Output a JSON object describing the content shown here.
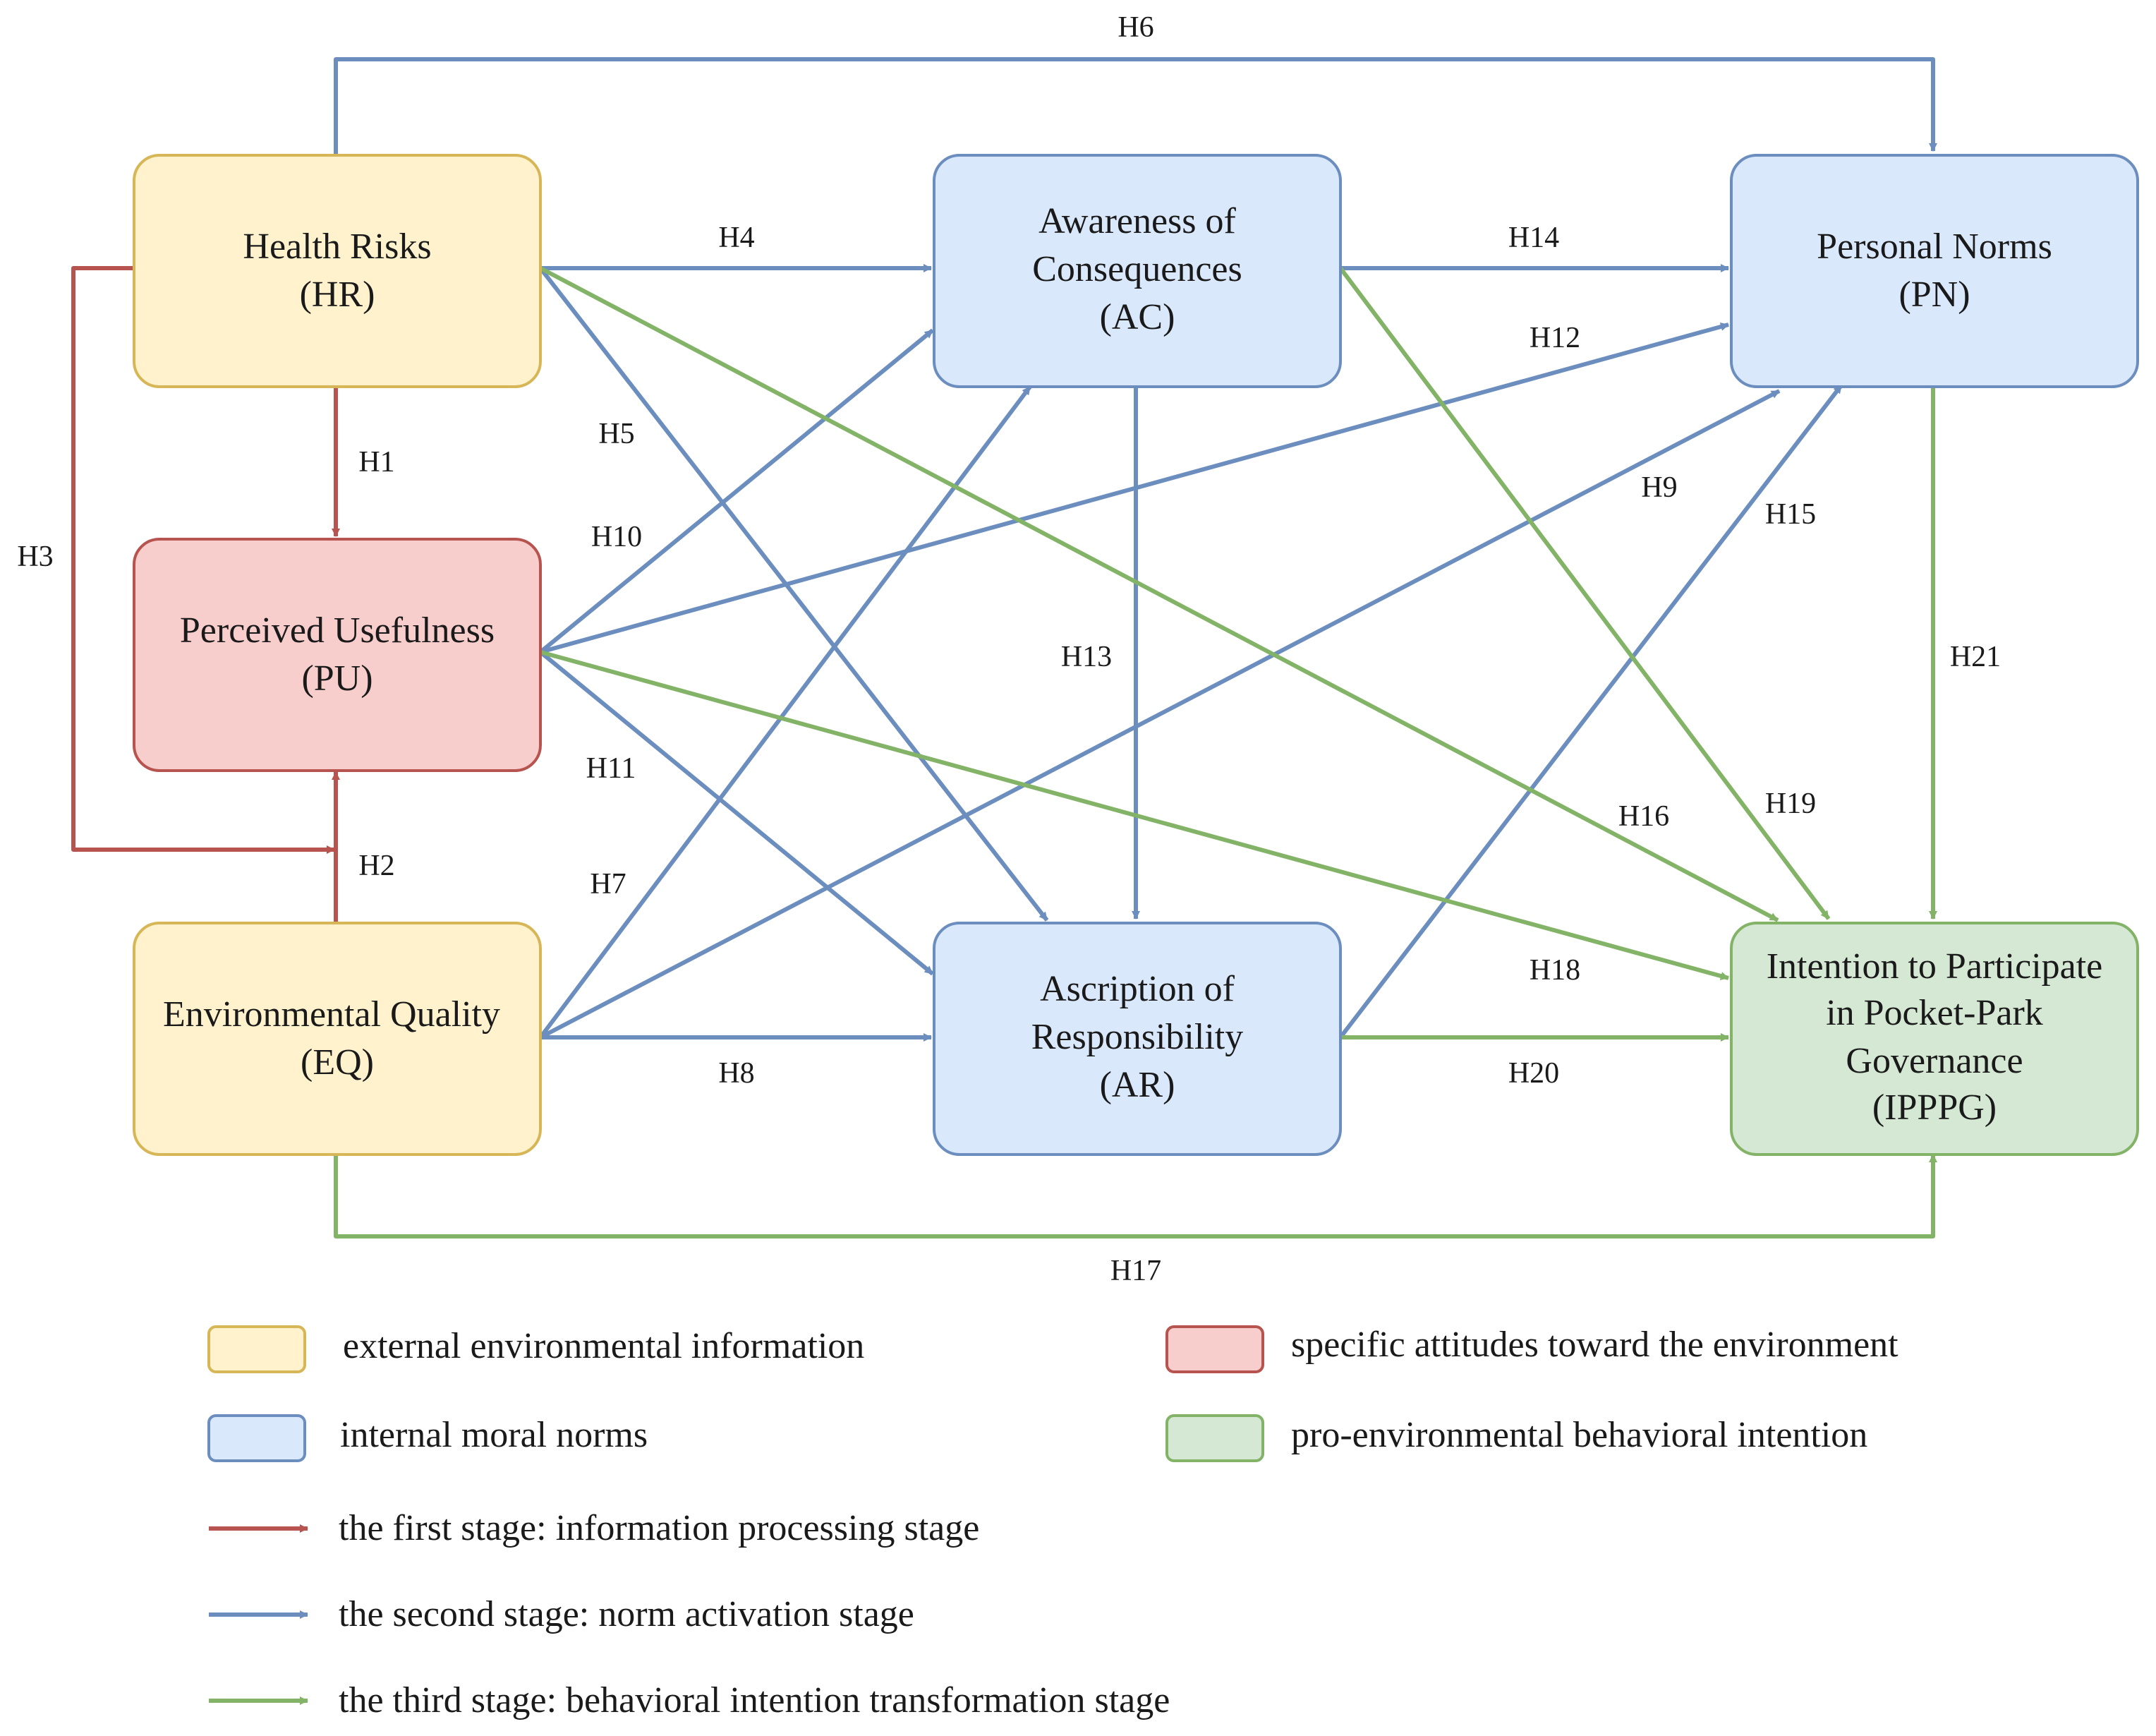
{
  "colors": {
    "red": "#b85450",
    "blue": "#6c8ebf",
    "green": "#82b366",
    "yellow_fill": "#fff2cc",
    "yellow_stroke": "#d6b656",
    "red_fill": "#f8cecc",
    "red_stroke": "#b85450",
    "blue_fill": "#dae8fc",
    "blue_stroke": "#6c8ebf",
    "green_fill": "#d5e8d4",
    "green_stroke": "#82b366"
  },
  "nodes": {
    "hr": {
      "lines": [
        "Health Risks",
        "(HR)"
      ],
      "category": "yellow"
    },
    "pu": {
      "lines": [
        "Perceived Usefulness",
        "(PU)"
      ],
      "category": "red"
    },
    "eq": {
      "lines": [
        "Environmental Quality",
        "(EQ)"
      ],
      "category": "yellow"
    },
    "ac": {
      "lines": [
        "Awareness of",
        "Consequences",
        "(AC)"
      ],
      "category": "blue"
    },
    "ar": {
      "lines": [
        "Ascription of",
        "Responsibility",
        "(AR)"
      ],
      "category": "blue"
    },
    "pn": {
      "lines": [
        "Personal Norms",
        "(PN)"
      ],
      "category": "blue"
    },
    "ipppg": {
      "lines": [
        "Intention to Participate",
        "in Pocket-Park",
        "Governance",
        "(IPPPG)"
      ],
      "category": "green"
    }
  },
  "hypotheses": [
    {
      "id": "H1",
      "from": "HR",
      "to": "PU",
      "stage": "red"
    },
    {
      "id": "H2",
      "from": "EQ",
      "to": "PU",
      "stage": "red"
    },
    {
      "id": "H3",
      "from": "HR",
      "to": "PU",
      "stage": "red"
    },
    {
      "id": "H4",
      "from": "HR",
      "to": "AC",
      "stage": "blue"
    },
    {
      "id": "H5",
      "from": "HR",
      "to": "AR",
      "stage": "blue"
    },
    {
      "id": "H6",
      "from": "HR",
      "to": "PN",
      "stage": "blue"
    },
    {
      "id": "H7",
      "from": "EQ",
      "to": "AC",
      "stage": "blue"
    },
    {
      "id": "H8",
      "from": "EQ",
      "to": "AR",
      "stage": "blue"
    },
    {
      "id": "H9",
      "from": "EQ",
      "to": "PN",
      "stage": "blue"
    },
    {
      "id": "H10",
      "from": "PU",
      "to": "AC",
      "stage": "blue"
    },
    {
      "id": "H11",
      "from": "PU",
      "to": "AR",
      "stage": "blue"
    },
    {
      "id": "H12",
      "from": "PU",
      "to": "PN",
      "stage": "blue"
    },
    {
      "id": "H13",
      "from": "AC",
      "to": "AR",
      "stage": "blue"
    },
    {
      "id": "H14",
      "from": "AC",
      "to": "PN",
      "stage": "blue"
    },
    {
      "id": "H15",
      "from": "AR",
      "to": "PN",
      "stage": "blue"
    },
    {
      "id": "H16",
      "from": "HR",
      "to": "IPPPG",
      "stage": "green"
    },
    {
      "id": "H17",
      "from": "EQ",
      "to": "IPPPG",
      "stage": "green"
    },
    {
      "id": "H18",
      "from": "PU",
      "to": "IPPPG",
      "stage": "green"
    },
    {
      "id": "H19",
      "from": "AC",
      "to": "IPPPG",
      "stage": "green"
    },
    {
      "id": "H20",
      "from": "AR",
      "to": "IPPPG",
      "stage": "green"
    },
    {
      "id": "H21",
      "from": "PN",
      "to": "IPPPG",
      "stage": "green"
    }
  ],
  "legend": {
    "external": "external environmental information",
    "attitudes": "specific attitudes toward the environment",
    "internal": "internal moral norms",
    "intention": "pro-environmental behavioral intention",
    "stage1": "the first stage: information processing stage",
    "stage2": "the second stage: norm activation stage",
    "stage3": "the third stage: behavioral intention transformation stage"
  }
}
